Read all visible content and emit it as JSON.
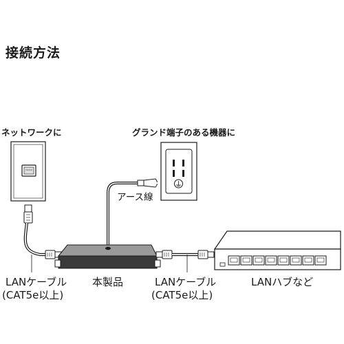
{
  "title": "接続方法",
  "labels": {
    "network": "ネットワークに",
    "ground_device": "グランド端子のある機器に",
    "earth_wire": "アース線",
    "lan_cable_left_line1": "LANケーブル",
    "lan_cable_left_line2": "(CAT5e以上)",
    "product": "本製品",
    "lan_cable_right_line1": "LANケーブル",
    "lan_cable_right_line2": "(CAT5e以上)",
    "lan_hub": "LANハブなど"
  },
  "colors": {
    "line": "#1a1a1a",
    "device_dark": "#3a3a3a",
    "device_light": "#9a9a9a",
    "plate": "#ffffff"
  }
}
